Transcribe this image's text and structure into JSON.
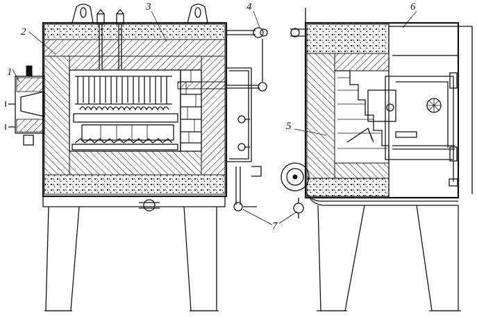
{
  "callouts": [
    {
      "id": "1",
      "text": "1"
    },
    {
      "id": "2",
      "text": "2"
    },
    {
      "id": "3",
      "text": "3"
    },
    {
      "id": "4",
      "text": "4"
    },
    {
      "id": "5",
      "text": "5"
    },
    {
      "id": "6",
      "text": "6"
    },
    {
      "id": "7",
      "text": "7"
    }
  ],
  "colors": {
    "ink": "#111111",
    "paper": "#ffffff"
  }
}
